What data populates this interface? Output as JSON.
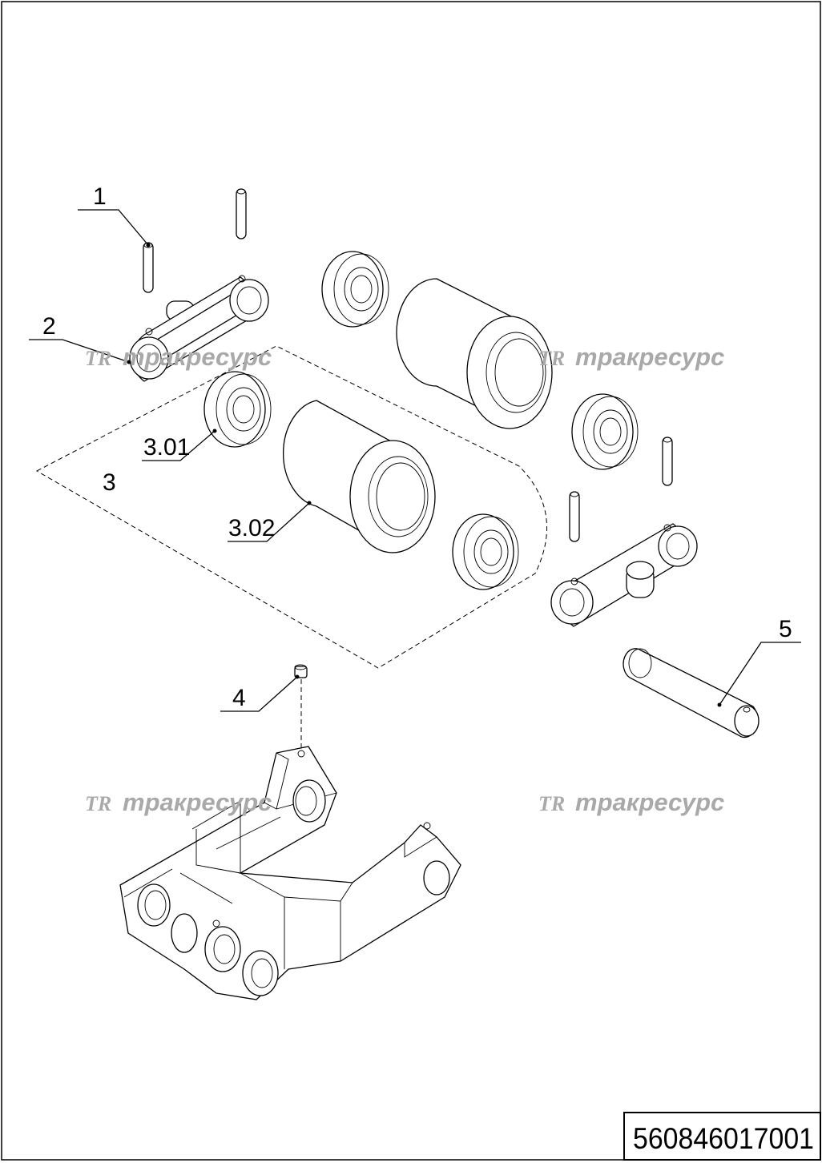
{
  "watermark": {
    "logo": "TR",
    "text": "тракресурс"
  },
  "callouts": {
    "c1": "1",
    "c2": "2",
    "c3": "3",
    "c301": "3.01",
    "c302": "3.02",
    "c4": "4",
    "c5": "5"
  },
  "drawing_number": "560846017001"
}
